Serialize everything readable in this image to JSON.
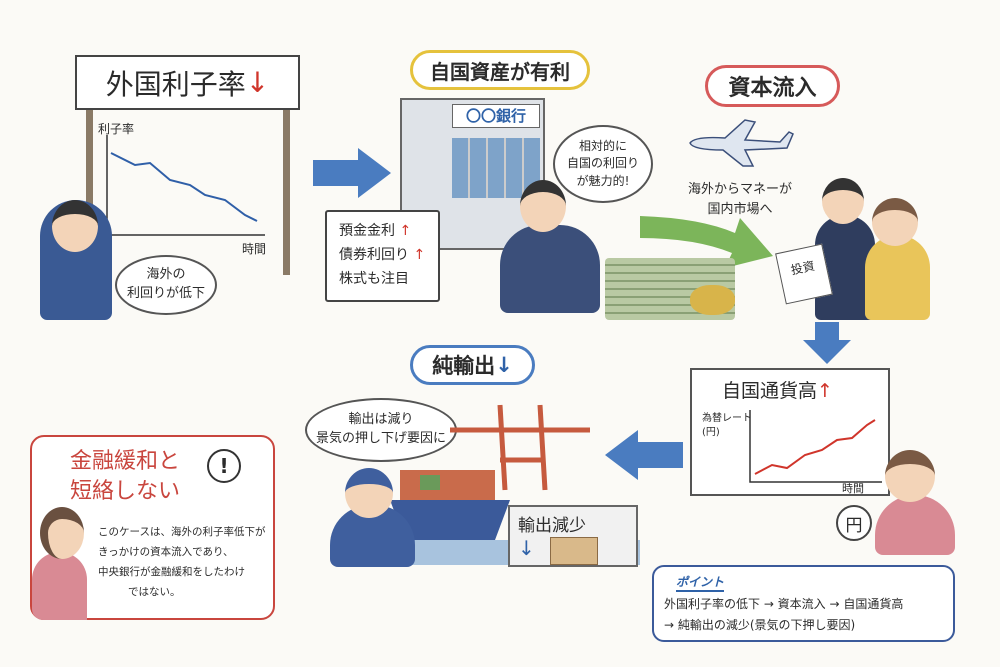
{
  "foreign_rate": {
    "sign": "外国利子率",
    "sign_arrow": "↓",
    "y_label": "利子率",
    "x_label": "時間",
    "thought": [
      "海外の",
      "利回りが低下"
    ]
  },
  "domestic": {
    "title": "自国資産が有利",
    "bank_sign": "〇〇銀行",
    "board_items": [
      {
        "label": "預金金利",
        "arrow": "↑"
      },
      {
        "label": "債券利回り",
        "arrow": "↑"
      },
      {
        "label": "株式も注目",
        "arrow": ""
      }
    ],
    "speech": [
      "相対的に",
      "自国の利回り",
      "が魅力的!"
    ]
  },
  "capital_inflow": {
    "title": "資本流入",
    "caption": [
      "海外からマネーが",
      "国内市場へ"
    ],
    "document": "投資"
  },
  "currency": {
    "title": "自国通貨高",
    "title_arrow": "↑",
    "y_label": [
      "為替レート",
      "(円)"
    ],
    "x_label": "時間",
    "coin": "円"
  },
  "net_exports": {
    "title": "純輸出",
    "title_arrow": "↓",
    "thought": [
      "輸出は減り",
      "景気の押し下げ要因に"
    ],
    "warehouse_sign": "輸出減少",
    "warehouse_arrow": "↓"
  },
  "note": {
    "title": [
      "金融緩和と",
      "短絡しない"
    ],
    "icon": "!",
    "body": [
      "このケースは、海外の利子率低下が",
      "きっかけの資本流入であり、",
      "中央銀行が金融緩和をしたわけ",
      "ではない。"
    ]
  },
  "point": {
    "heading": "ポイント",
    "lines": [
      "外国利子率の低下 → 資本流入 → 自国通貨高",
      "→ 純輸出の減少(景気の下押し要因)"
    ]
  },
  "colors": {
    "accent_red": "#d0352b",
    "accent_blue": "#2f62a8",
    "arrow_blue": "#4a7cc0",
    "arrow_green": "#7cb55a"
  }
}
